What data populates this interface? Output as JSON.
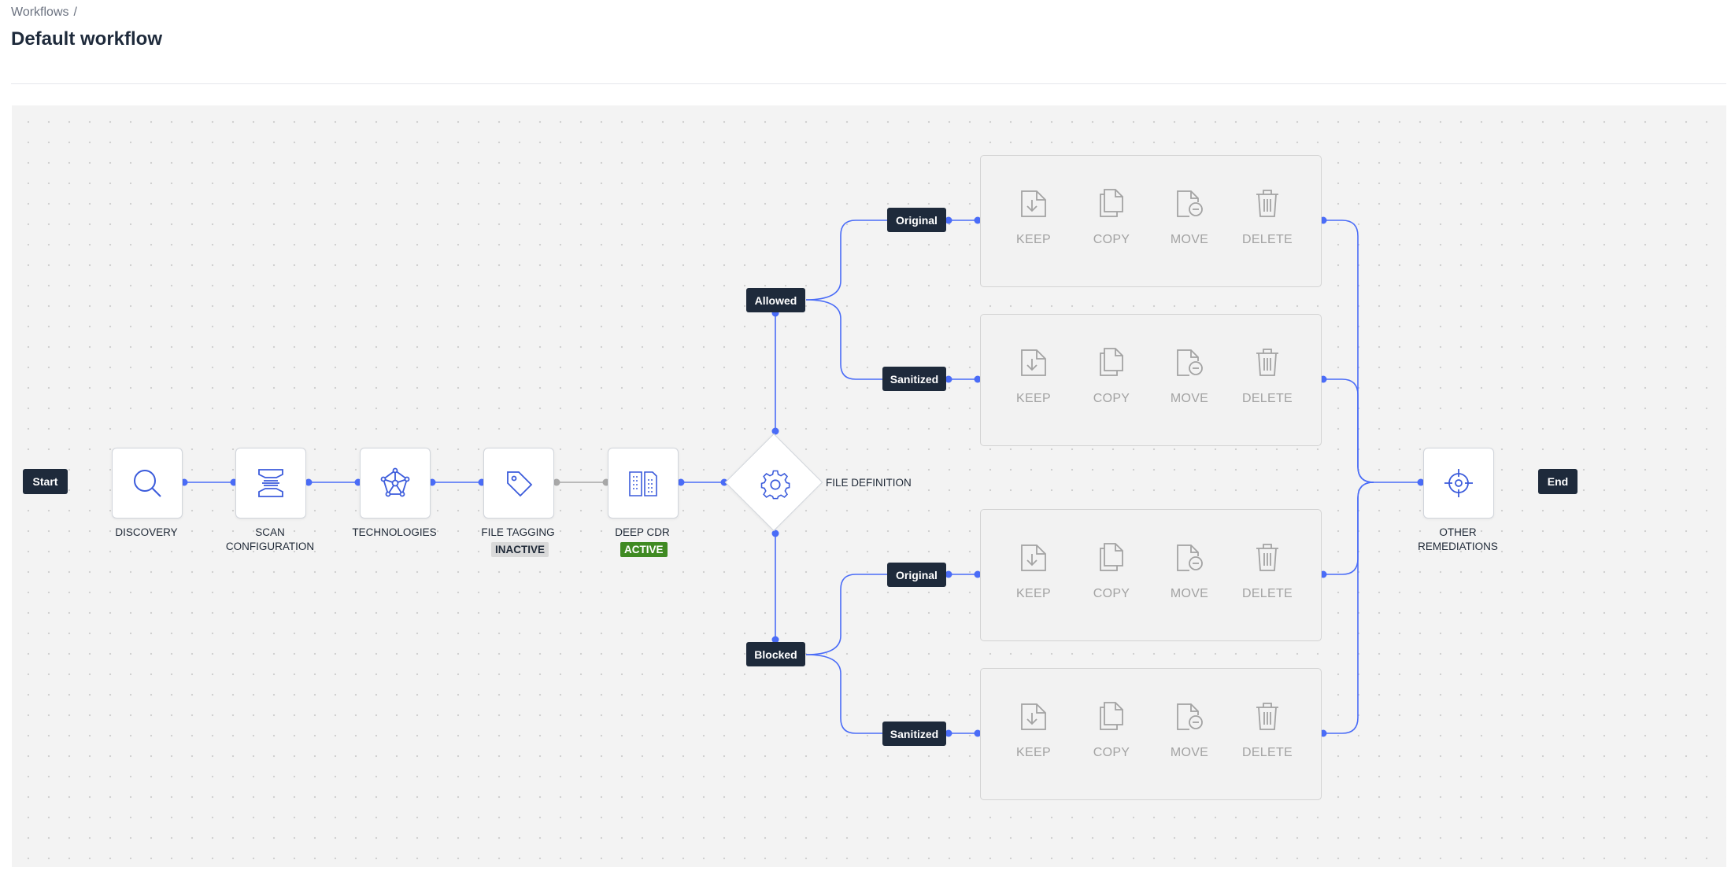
{
  "breadcrumb": {
    "root": "Workflows",
    "separator": "/"
  },
  "page_title": "Default workflow",
  "flow": {
    "start": "Start",
    "end": "End",
    "nodes": {
      "discovery": "DISCOVERY",
      "scan_configuration": [
        "SCAN",
        "CONFIGURATION"
      ],
      "technologies": "TECHNOLOGIES",
      "file_tagging": "FILE TAGGING",
      "file_tagging_status": "INACTIVE",
      "deep_cdr": "DEEP CDR",
      "deep_cdr_status": "ACTIVE",
      "file_definition": "FILE DEFINITION",
      "other_remediations": [
        "OTHER",
        "REMEDIATIONS"
      ]
    },
    "branches": {
      "allowed": "Allowed",
      "blocked": "Blocked",
      "original": "Original",
      "sanitized": "Sanitized"
    },
    "actions": {
      "keep": "KEEP",
      "copy": "COPY",
      "move": "MOVE",
      "delete": "DELETE"
    }
  },
  "colors": {
    "edge_active": "#4a6cf7",
    "edge_inactive": "#a8a8a8",
    "tag_bg": "#1e2a3b",
    "icon": "#3b5bdb",
    "action_disabled": "#a3a3a3",
    "badge_active": "#3f8a22",
    "badge_inactive": "#d9d9d9"
  },
  "icons": {
    "discovery": "search-icon",
    "scan_configuration": "scan-icon",
    "technologies": "technologies-icon",
    "file_tagging": "tag-icon",
    "deep_cdr": "deep-cdr-icon",
    "file_definition": "gear-icon",
    "other_remediations": "crosshair-icon",
    "keep": "file-download-icon",
    "copy": "copy-icon",
    "move": "file-minus-icon",
    "delete": "trash-icon"
  }
}
